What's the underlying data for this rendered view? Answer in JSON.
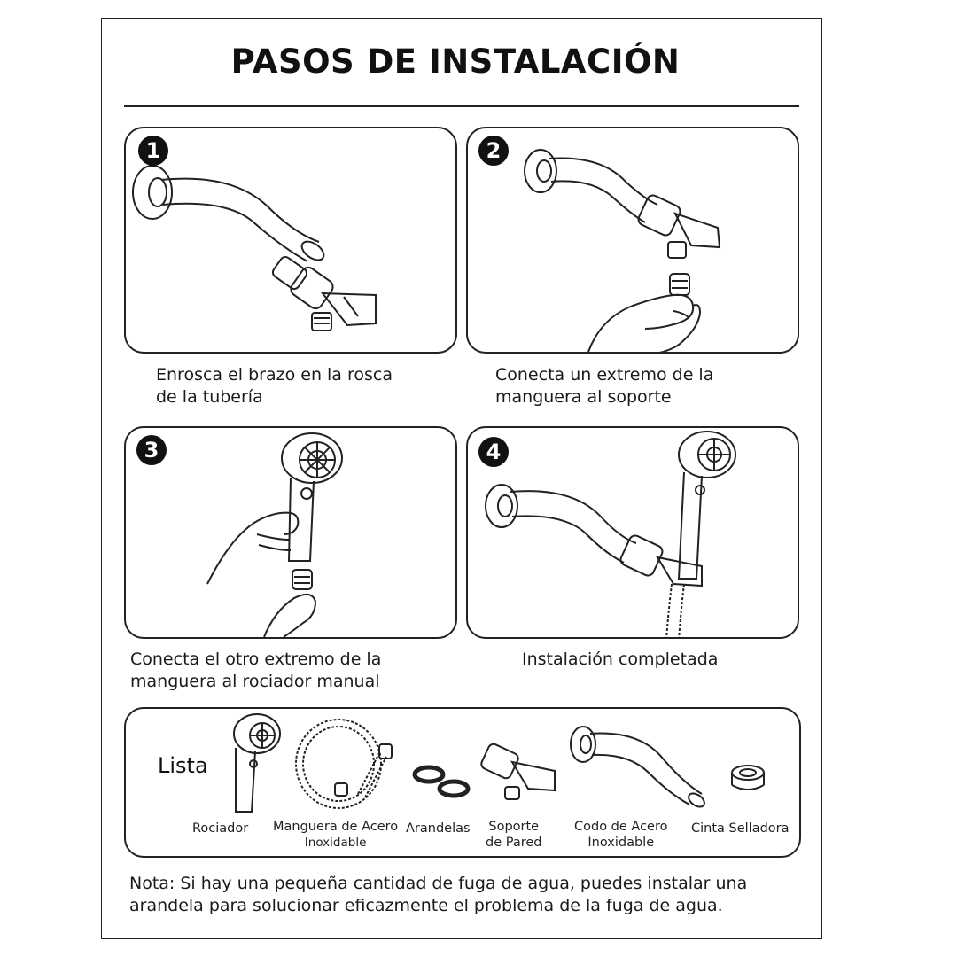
{
  "title": "PASOS DE INSTALACIÓN",
  "steps": [
    {
      "number": "1",
      "caption": [
        "Enrosca el brazo en la rosca",
        "de la tubería"
      ]
    },
    {
      "number": "2",
      "caption": [
        "Conecta un extremo de la",
        "manguera al soporte"
      ]
    },
    {
      "number": "3",
      "caption": [
        "Conecta el otro extremo de la",
        "manguera al rociador manual"
      ]
    },
    {
      "number": "4",
      "caption": [
        "Instalación completada"
      ]
    }
  ],
  "list": {
    "label": "Lista",
    "items": [
      {
        "name": [
          "Rociador"
        ],
        "icon": "shower-head-icon"
      },
      {
        "name": [
          "Manguera de Acero",
          "Inoxidable"
        ],
        "icon": "hose-icon"
      },
      {
        "name": [
          "Arandelas"
        ],
        "icon": "washers-icon"
      },
      {
        "name": [
          "Soporte",
          "de Pared"
        ],
        "icon": "wall-bracket-icon"
      },
      {
        "name": [
          "Codo de Acero",
          "Inoxidable"
        ],
        "icon": "elbow-arm-icon"
      },
      {
        "name": [
          "Cinta Selladora"
        ],
        "icon": "sealing-tape-icon"
      }
    ]
  },
  "note": [
    "Nota: Si hay una pequeña cantidad de fuga de agua, puedes instalar una",
    "arandela para solucionar eficazmente el problema de la fuga de agua."
  ]
}
